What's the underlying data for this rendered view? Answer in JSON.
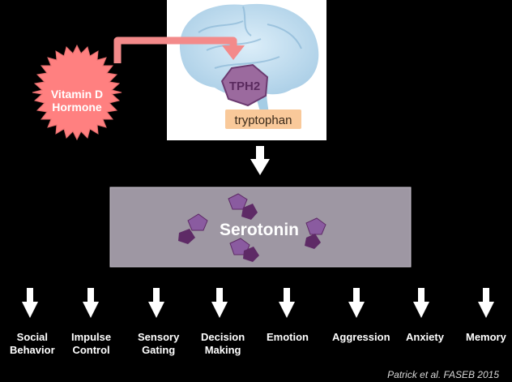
{
  "hormone": {
    "line1": "Vitamin D",
    "line2": "Hormone"
  },
  "enzyme": {
    "label": "TPH2"
  },
  "substrate": {
    "label": "tryptophan"
  },
  "product": {
    "label": "Serotonin"
  },
  "outcomes": [
    {
      "line1": "Social",
      "line2": "Behavior"
    },
    {
      "line1": "Impulse",
      "line2": "Control"
    },
    {
      "line1": "Sensory",
      "line2": "Gating"
    },
    {
      "line1": "Decision",
      "line2": "Making"
    },
    {
      "line1": "Emotion",
      "line2": ""
    },
    {
      "line1": "Aggression",
      "line2": ""
    },
    {
      "line1": "Anxiety",
      "line2": ""
    },
    {
      "line1": "Memory",
      "line2": ""
    }
  ],
  "citation": "Patrick et al. FASEB 2015",
  "colors": {
    "background": "#000000",
    "hormone_burst": "#ff8080",
    "arrow_pink": "#f38a8a",
    "enzyme_fill": "#9b6a9e",
    "enzyme_text": "#5a2a5e",
    "substrate_box": "#f9c99a",
    "serotonin_box": "#9e97a3",
    "molecule_dark": "#5e2a66",
    "molecule_light": "#8a5ba0",
    "brain": "#b8d8ee"
  }
}
